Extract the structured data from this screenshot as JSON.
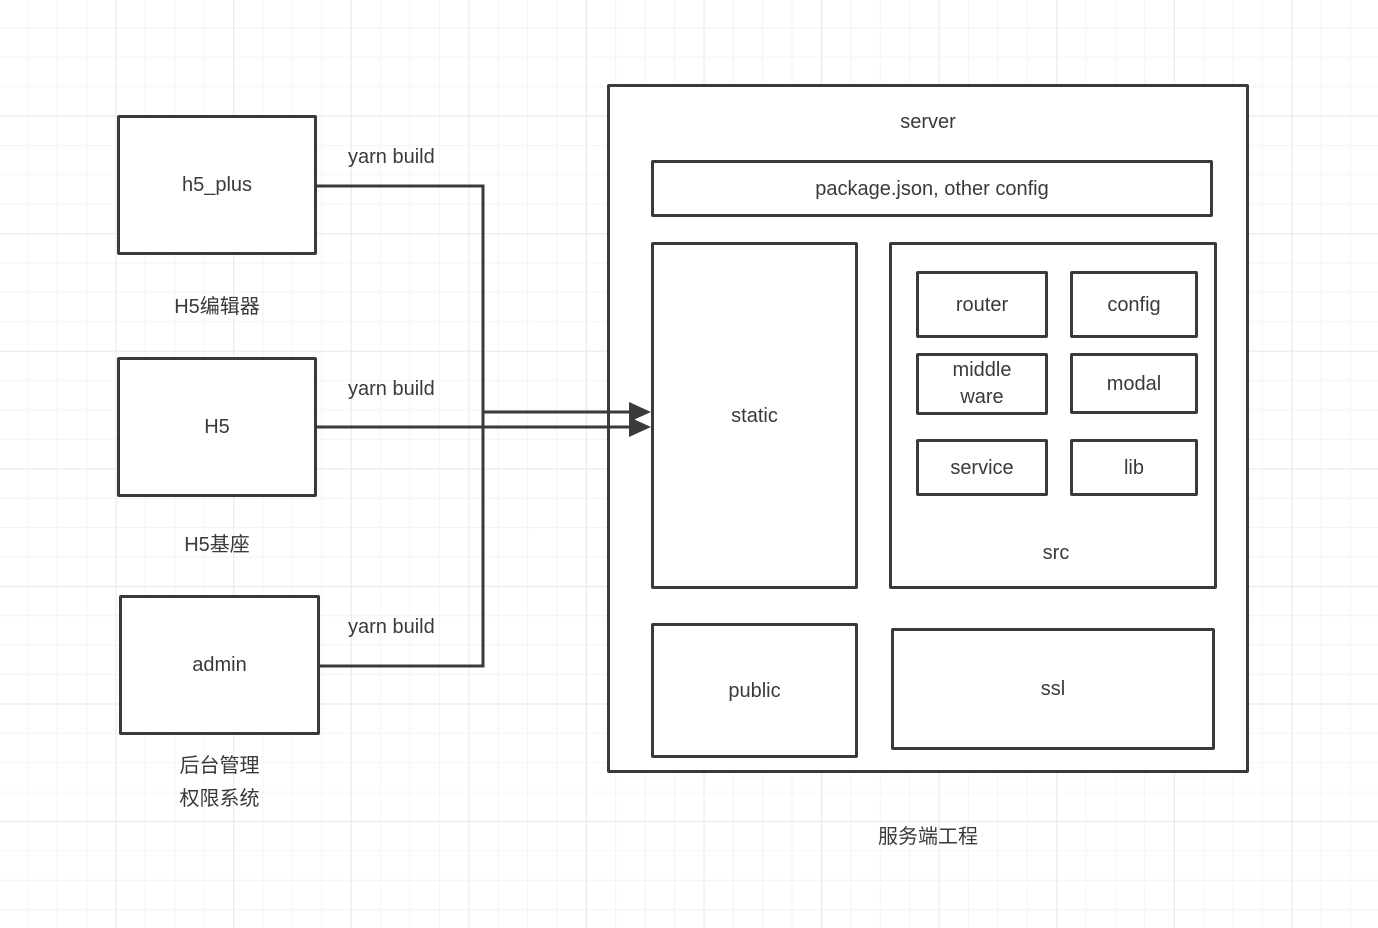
{
  "diagram": {
    "clients": [
      {
        "label": "h5_plus",
        "caption": "H5编辑器",
        "edge_label": "yarn build"
      },
      {
        "label": "H5",
        "caption": "H5基座",
        "edge_label": "yarn build"
      },
      {
        "label": "admin",
        "caption_line1": "后台管理",
        "caption_line2": "权限系统",
        "edge_label": "yarn build"
      }
    ],
    "server": {
      "title": "server",
      "config_label": "package.json, other config",
      "static_label": "static",
      "src": {
        "label": "src",
        "modules": [
          {
            "label": "router"
          },
          {
            "label": "config"
          },
          {
            "label": "middle ware"
          },
          {
            "label": "modal"
          },
          {
            "label": "service"
          },
          {
            "label": "lib"
          }
        ]
      },
      "public_label": "public",
      "ssl_label": "ssl",
      "caption": "服务端工程"
    },
    "colors": {
      "stroke": "#3a3a3a",
      "background": "#ffffff",
      "grid_minor": "#f4f4f4",
      "grid_major": "#e9e9e9"
    }
  }
}
